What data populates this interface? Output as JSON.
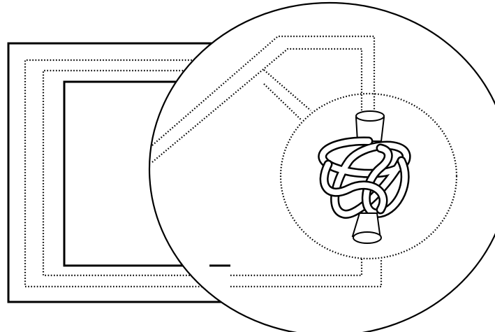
{
  "figure": {
    "description_visible_text": "",
    "colors": {
      "ink": "#000000",
      "background": "#ffffff"
    },
    "parts": [
      "outer-frame",
      "magnifier-lens",
      "inner-detail-circle",
      "knot-tube"
    ]
  }
}
